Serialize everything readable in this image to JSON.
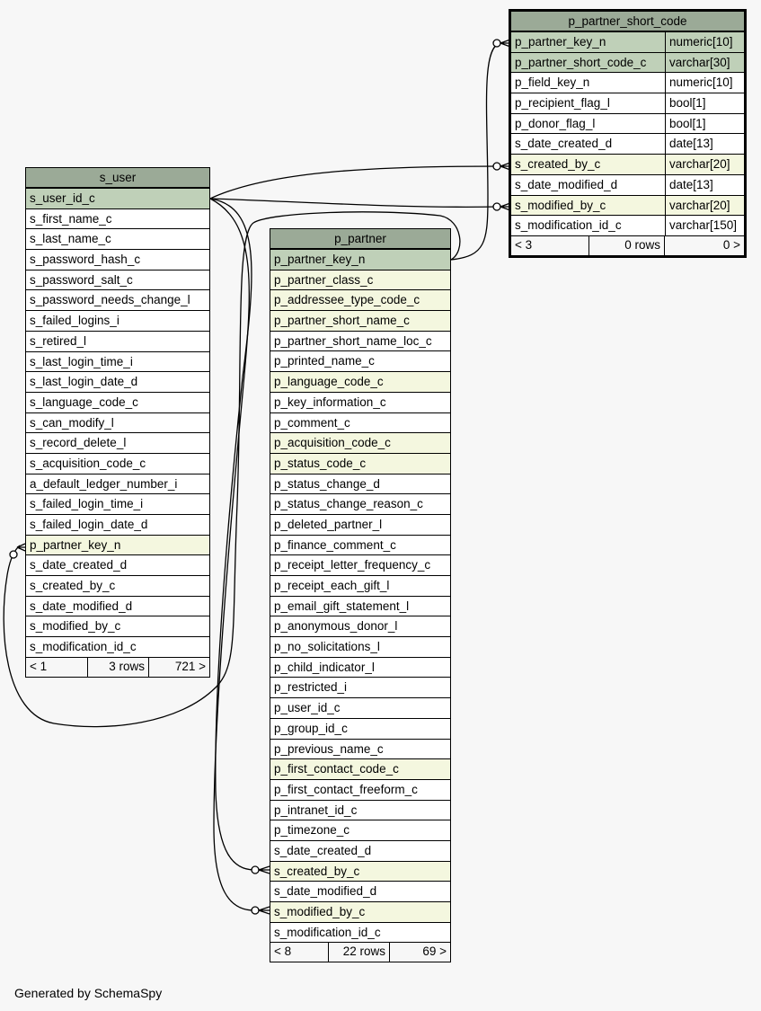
{
  "tables": {
    "s_user": {
      "title": "s_user",
      "columns": [
        {
          "name": "s_user_id_c",
          "kind": "pk"
        },
        {
          "name": "s_first_name_c",
          "kind": ""
        },
        {
          "name": "s_last_name_c",
          "kind": ""
        },
        {
          "name": "s_password_hash_c",
          "kind": ""
        },
        {
          "name": "s_password_salt_c",
          "kind": ""
        },
        {
          "name": "s_password_needs_change_l",
          "kind": ""
        },
        {
          "name": "s_failed_logins_i",
          "kind": ""
        },
        {
          "name": "s_retired_l",
          "kind": ""
        },
        {
          "name": "s_last_login_time_i",
          "kind": ""
        },
        {
          "name": "s_last_login_date_d",
          "kind": ""
        },
        {
          "name": "s_language_code_c",
          "kind": ""
        },
        {
          "name": "s_can_modify_l",
          "kind": ""
        },
        {
          "name": "s_record_delete_l",
          "kind": ""
        },
        {
          "name": "s_acquisition_code_c",
          "kind": ""
        },
        {
          "name": "a_default_ledger_number_i",
          "kind": ""
        },
        {
          "name": "s_failed_login_time_i",
          "kind": ""
        },
        {
          "name": "s_failed_login_date_d",
          "kind": ""
        },
        {
          "name": "p_partner_key_n",
          "kind": "fk"
        },
        {
          "name": "s_date_created_d",
          "kind": ""
        },
        {
          "name": "s_created_by_c",
          "kind": ""
        },
        {
          "name": "s_date_modified_d",
          "kind": ""
        },
        {
          "name": "s_modified_by_c",
          "kind": ""
        },
        {
          "name": "s_modification_id_c",
          "kind": ""
        }
      ],
      "footer": {
        "parents": "< 1",
        "rows": "3 rows",
        "children": "721 >"
      }
    },
    "p_partner": {
      "title": "p_partner",
      "columns": [
        {
          "name": "p_partner_key_n",
          "kind": "pk"
        },
        {
          "name": "p_partner_class_c",
          "kind": "fk"
        },
        {
          "name": "p_addressee_type_code_c",
          "kind": "fk"
        },
        {
          "name": "p_partner_short_name_c",
          "kind": "fk"
        },
        {
          "name": "p_partner_short_name_loc_c",
          "kind": ""
        },
        {
          "name": "p_printed_name_c",
          "kind": ""
        },
        {
          "name": "p_language_code_c",
          "kind": "fk"
        },
        {
          "name": "p_key_information_c",
          "kind": ""
        },
        {
          "name": "p_comment_c",
          "kind": ""
        },
        {
          "name": "p_acquisition_code_c",
          "kind": "fk"
        },
        {
          "name": "p_status_code_c",
          "kind": "fk"
        },
        {
          "name": "p_status_change_d",
          "kind": ""
        },
        {
          "name": "p_status_change_reason_c",
          "kind": ""
        },
        {
          "name": "p_deleted_partner_l",
          "kind": ""
        },
        {
          "name": "p_finance_comment_c",
          "kind": ""
        },
        {
          "name": "p_receipt_letter_frequency_c",
          "kind": ""
        },
        {
          "name": "p_receipt_each_gift_l",
          "kind": ""
        },
        {
          "name": "p_email_gift_statement_l",
          "kind": ""
        },
        {
          "name": "p_anonymous_donor_l",
          "kind": ""
        },
        {
          "name": "p_no_solicitations_l",
          "kind": ""
        },
        {
          "name": "p_child_indicator_l",
          "kind": ""
        },
        {
          "name": "p_restricted_i",
          "kind": ""
        },
        {
          "name": "p_user_id_c",
          "kind": ""
        },
        {
          "name": "p_group_id_c",
          "kind": ""
        },
        {
          "name": "p_previous_name_c",
          "kind": ""
        },
        {
          "name": "p_first_contact_code_c",
          "kind": "fk"
        },
        {
          "name": "p_first_contact_freeform_c",
          "kind": ""
        },
        {
          "name": "p_intranet_id_c",
          "kind": ""
        },
        {
          "name": "p_timezone_c",
          "kind": ""
        },
        {
          "name": "s_date_created_d",
          "kind": ""
        },
        {
          "name": "s_created_by_c",
          "kind": "fk"
        },
        {
          "name": "s_date_modified_d",
          "kind": ""
        },
        {
          "name": "s_modified_by_c",
          "kind": "fk"
        },
        {
          "name": "s_modification_id_c",
          "kind": ""
        }
      ],
      "footer": {
        "parents": "< 8",
        "rows": "22 rows",
        "children": "69 >"
      }
    },
    "p_partner_short_code": {
      "title": "p_partner_short_code",
      "columns": [
        {
          "name": "p_partner_key_n",
          "type": "numeric[10]",
          "kind": "pk"
        },
        {
          "name": "p_partner_short_code_c",
          "type": "varchar[30]",
          "kind": "pk"
        },
        {
          "name": "p_field_key_n",
          "type": "numeric[10]",
          "kind": ""
        },
        {
          "name": "p_recipient_flag_l",
          "type": "bool[1]",
          "kind": ""
        },
        {
          "name": "p_donor_flag_l",
          "type": "bool[1]",
          "kind": ""
        },
        {
          "name": "s_date_created_d",
          "type": "date[13]",
          "kind": ""
        },
        {
          "name": "s_created_by_c",
          "type": "varchar[20]",
          "kind": "fk"
        },
        {
          "name": "s_date_modified_d",
          "type": "date[13]",
          "kind": ""
        },
        {
          "name": "s_modified_by_c",
          "type": "varchar[20]",
          "kind": "fk"
        },
        {
          "name": "s_modification_id_c",
          "type": "varchar[150]",
          "kind": ""
        }
      ],
      "footer": {
        "parents": "< 3",
        "rows": "0 rows",
        "children": "0 >"
      }
    }
  },
  "footer_note": "Generated by SchemaSpy"
}
